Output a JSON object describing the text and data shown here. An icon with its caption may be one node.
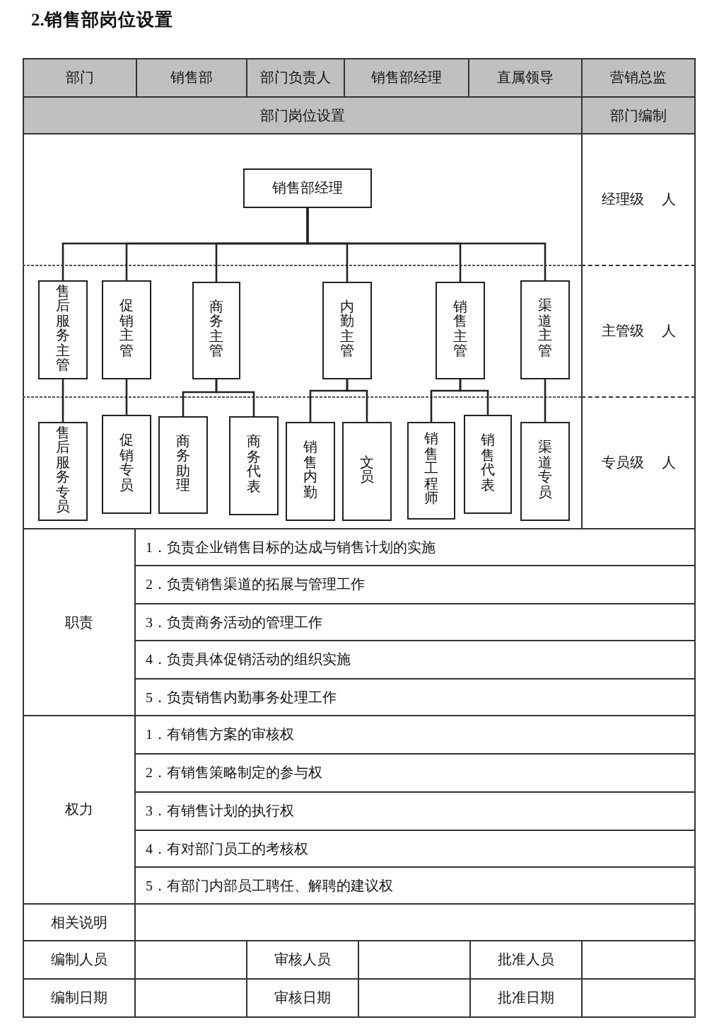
{
  "diagram": {
    "title": "2.销售部岗位设置",
    "nodes": [
      {
        "text": [
          "销售部经理"
        ]
      },
      {
        "text": [
          "售后服务主管"
        ]
      },
      {
        "text": [
          "促销主管"
        ]
      },
      {
        "text": [
          "商务主管"
        ]
      },
      {
        "text": [
          "内勤主管"
        ]
      },
      {
        "text": [
          "销售主管"
        ]
      },
      {
        "text": [
          "渠道主管"
        ]
      },
      {
        "text": [
          "售后服务专员"
        ]
      },
      {
        "text": [
          "促销专员"
        ]
      },
      {
        "text": [
          "商务助理"
        ]
      },
      {
        "text": [
          "商务代表"
        ]
      },
      {
        "text": [
          "销售内勤"
        ]
      },
      {
        "text": [
          "文员"
        ]
      },
      {
        "text": [
          "销售工程师"
        ]
      },
      {
        "text": [
          "销售代表"
        ]
      },
      {
        "text": [
          "渠道专员"
        ]
      }
    ],
    "edges": [
      {
        "from": 0,
        "to": 1,
        "arrow": "none"
      },
      {
        "from": 0,
        "to": 2,
        "arrow": "none"
      },
      {
        "from": 0,
        "to": 3,
        "arrow": "none"
      },
      {
        "from": 0,
        "to": 4,
        "arrow": "none"
      },
      {
        "from": 0,
        "to": 5,
        "arrow": "none"
      },
      {
        "from": 0,
        "to": 6,
        "arrow": "none"
      },
      {
        "from": 1,
        "to": 7,
        "arrow": "none"
      },
      {
        "from": 2,
        "to": 8,
        "arrow": "none"
      },
      {
        "from": 3,
        "to": 9,
        "arrow": "none"
      },
      {
        "from": 3,
        "to": 10,
        "arrow": "none"
      },
      {
        "from": 4,
        "to": 11,
        "arrow": "none"
      },
      {
        "from": 4,
        "to": 12,
        "arrow": "none"
      },
      {
        "from": 5,
        "to": 13,
        "arrow": "none"
      },
      {
        "from": 5,
        "to": 14,
        "arrow": "none"
      },
      {
        "from": 6,
        "to": 15,
        "arrow": "none"
      }
    ],
    "labels": [
      "部门",
      "销售部",
      "部门负责人",
      "销售部经理",
      "直属领导",
      "营销总监",
      "部门岗位设置",
      "部门编制",
      "经理级 人",
      "主管级 人",
      "专员级 人",
      "职责",
      "1．负责企业销售目标的达成与销售计划的实施",
      "2．负责销售渠道的拓展与管理工作",
      "3．负责商务活动的管理工作",
      "4．负责具体促销活动的组织实施",
      "5．负责销售内勤事务处理工作",
      "权力",
      "1．有销售方案的审核权",
      "2．有销售策略制定的参与权",
      "3．有销售计划的执行权",
      "4．有对部门员工的考核权",
      "5．有部门内部员工聘任、解聘的建议权",
      "相关说明",
      "编制人员",
      "审核人员",
      "批准人员",
      "编制日期",
      "审核日期",
      "批准日期"
    ]
  }
}
